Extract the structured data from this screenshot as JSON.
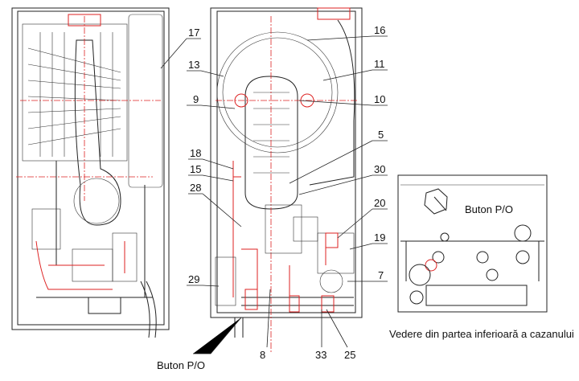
{
  "callouts": {
    "c17": "17",
    "c13": "13",
    "c9": "9",
    "c18": "18",
    "c15": "15",
    "c28": "28",
    "c29": "29",
    "c16": "16",
    "c11": "11",
    "c10": "10",
    "c5": "5",
    "c30": "30",
    "c20": "20",
    "c19": "19",
    "c7": "7",
    "c8": "8",
    "c33": "33",
    "c25": "25"
  },
  "labels": {
    "on_off_button_main": "Buton P/O",
    "on_off_button_bottom_view": "Buton P/O",
    "bottom_view_caption": "Vedere din partea inferioară a cazanului"
  },
  "colors": {
    "line": "#222222",
    "highlight": "#dd2222"
  }
}
